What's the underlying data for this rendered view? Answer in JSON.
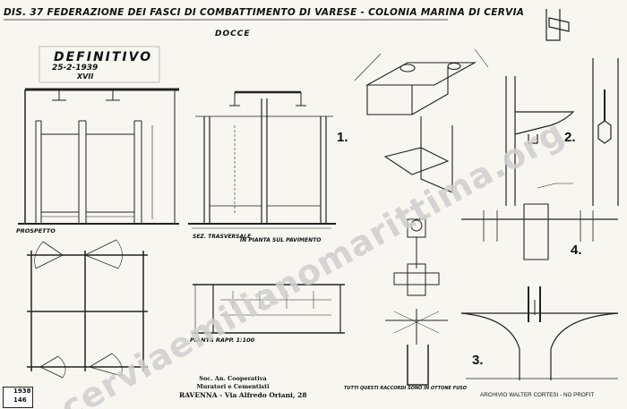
{
  "sheet": {
    "header": "DIS. 37 FEDERAZIONE DEI FASCI DI COMBATTIMENTO DI VARESE - COLONIA MARINA DI CERVIA",
    "subject": "DOCCE",
    "status": "DEFINITIVO",
    "date": "25-2-1939",
    "date_era": "XVII",
    "elevation_label": "PROSPETTO",
    "section_label": "SEZ. TRASVERSALE",
    "plan_floor_label": "IN PIANTA SUL PAVIMENTO",
    "plan_label": "PIANTA RAPP. 1:100",
    "note": "TUTTI QUESTI RACCORDI SONO IN OTTONE FUSO",
    "contractor_line1": "Soc. An. Cooperativa",
    "contractor_line2": "Muratori e Cementisti",
    "contractor_line3": "RAVENNA - Via Alfredo Oriani, 28",
    "archive": "ARCHIVIO WALTER CORTESI - NO PROFIT",
    "stamp_top": "1938",
    "stamp_bottom": "146",
    "watermark": "cerviaemilianomarittima.org"
  },
  "details": {
    "fig1": "1.",
    "fig2": "2.",
    "fig3": "3.",
    "fig4": "4."
  },
  "colors": {
    "paper": "#f7f6f1",
    "ink": "#111111",
    "watermark": "#cfcfcf"
  }
}
